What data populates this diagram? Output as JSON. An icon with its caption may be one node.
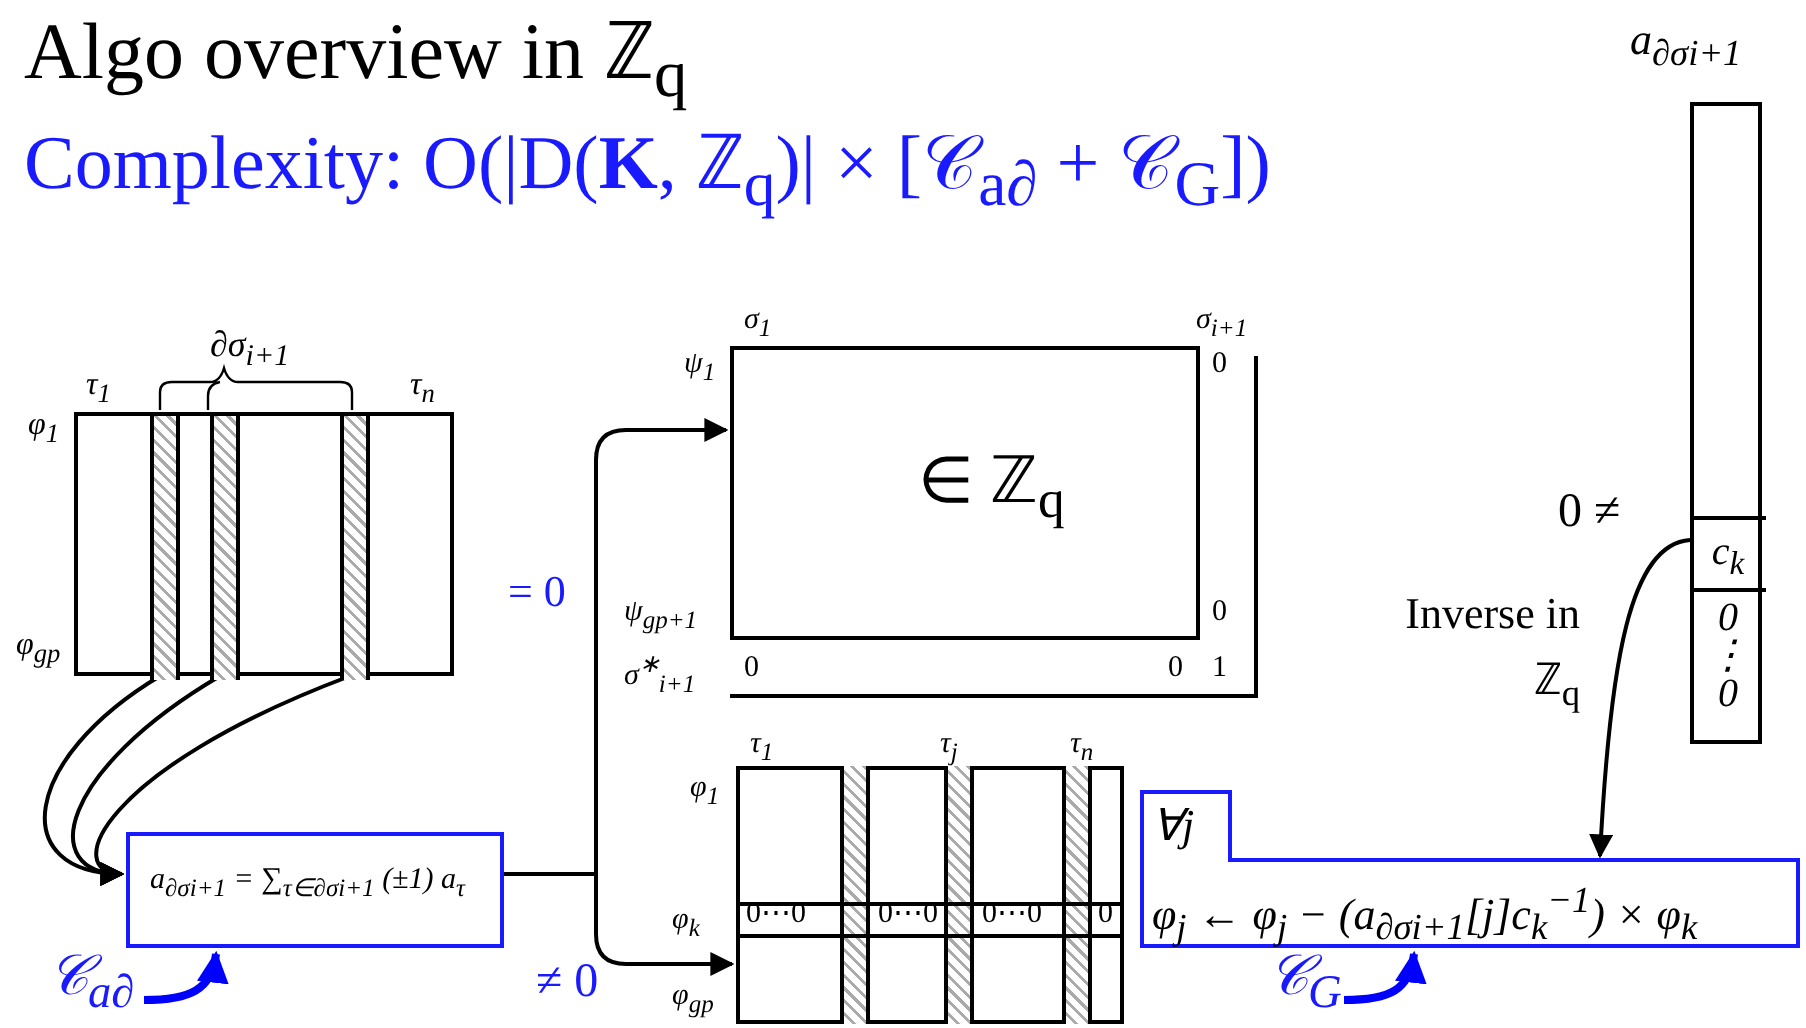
{
  "diagram": {
    "title": "Algo overview in ℤ$_{q}$",
    "nodes": [
      {
        "text": [],
        "shape": "box",
        "beside": [
          "∂σ$_{i+1}$",
          "τ$_{1}$",
          "τ$_{n}$",
          "φ$_{1}$",
          "φ$_{gp}$"
        ]
      },
      {
        "text": [],
        "shape": "bar",
        "in": 0
      },
      {
        "text": [],
        "shape": "bar",
        "in": 0
      },
      {
        "text": [],
        "shape": "bar",
        "in": 0
      },
      {
        "text": [
          "a$_{∂σi+1}$ = ∑$_{τ∈∂σi+1}$ (±1) a$_{τ}$"
        ]
      },
      {
        "text": [
          "∈ ℤ$_{q}$"
        ],
        "beside": [
          "σ$_{1}$",
          "σ$_{i+1}$",
          "ψ$_{1}$",
          "0",
          "ψ$_{gp+1}$",
          "0",
          "σ$^{∗}$$_{i+1}$",
          "0",
          "0",
          "1"
        ]
      },
      {
        "text": [
          "0⋯0",
          "0⋯0",
          "0⋯0",
          "0"
        ],
        "beside": [
          "τ$_{1}$",
          "τ$_{j}$",
          "τ$_{n}$",
          "φ$_{1}$",
          "φ$_{k}$",
          "φ$_{gp}$"
        ]
      },
      {
        "text": [],
        "shape": "bar",
        "beside": [
          "a$_{∂σi+1}$"
        ]
      },
      {
        "text": [
          "c$_{k}$"
        ],
        "in": 7,
        "beside": [
          "0 ≠"
        ]
      },
      {
        "text": [
          "0 ⋮ 0"
        ],
        "in": 7
      },
      {
        "text": [
          "∀j",
          "φ$_{j}$ ← φ$_{j}$ − (a$_{∂σi+1}$[j]c$_{k}$$^{−1}$) × φ$_{k}$"
        ]
      },
      {
        "text": [
          "𝒞$_{a∂}$"
        ]
      },
      {
        "text": [
          "𝒞$_{G}$"
        ]
      },
      {
        "text": [],
        "shape": "bar",
        "in": 6
      },
      {
        "text": [],
        "shape": "bar",
        "in": 6
      },
      {
        "text": [],
        "shape": "bar",
        "in": 6
      }
    ],
    "edges": [
      {
        "from": 1,
        "to": 4,
        "arrow": "to"
      },
      {
        "from": 2,
        "to": 4,
        "arrow": "to"
      },
      {
        "from": 3,
        "to": 4,
        "arrow": "to"
      },
      {
        "from": 4,
        "to": 5,
        "arrow": "to",
        "label": "= 0"
      },
      {
        "from": 4,
        "to": 6,
        "arrow": "to",
        "label": "≠ 0"
      },
      {
        "from": 8,
        "to": 10,
        "arrow": "to",
        "label": "Inverse in ℤ$_{q}$"
      },
      {
        "from": 11,
        "to": 4,
        "arrow": "to",
        "style": "thick",
        "color": "#0000ff"
      },
      {
        "from": 12,
        "to": 10,
        "arrow": "to",
        "style": "thick",
        "color": "#0000ff"
      }
    ],
    "labels": [
      "Complexity: O(|D(**K**, ℤ$_{q}$)| × [𝒞$_{a∂}$ + 𝒞$_{G}$])"
    ]
  }
}
